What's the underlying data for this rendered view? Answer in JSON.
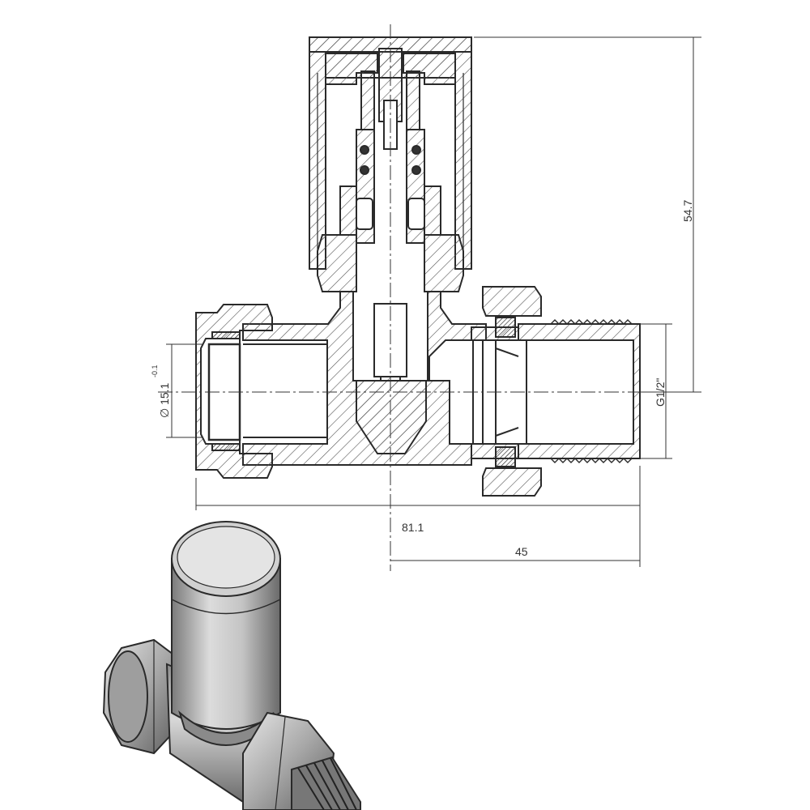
{
  "dimensions": {
    "overall_length": "81.1",
    "half_length": "45",
    "height": "54.7",
    "pipe_diameter": "∅ 15.1",
    "pipe_tolerance": "-0.1",
    "thread": "G1/2\""
  },
  "colors": {
    "line": "#2a2a2a",
    "hatch": "#555555",
    "render_body": "#bdbdbd",
    "render_dark": "#6e6e6e"
  }
}
